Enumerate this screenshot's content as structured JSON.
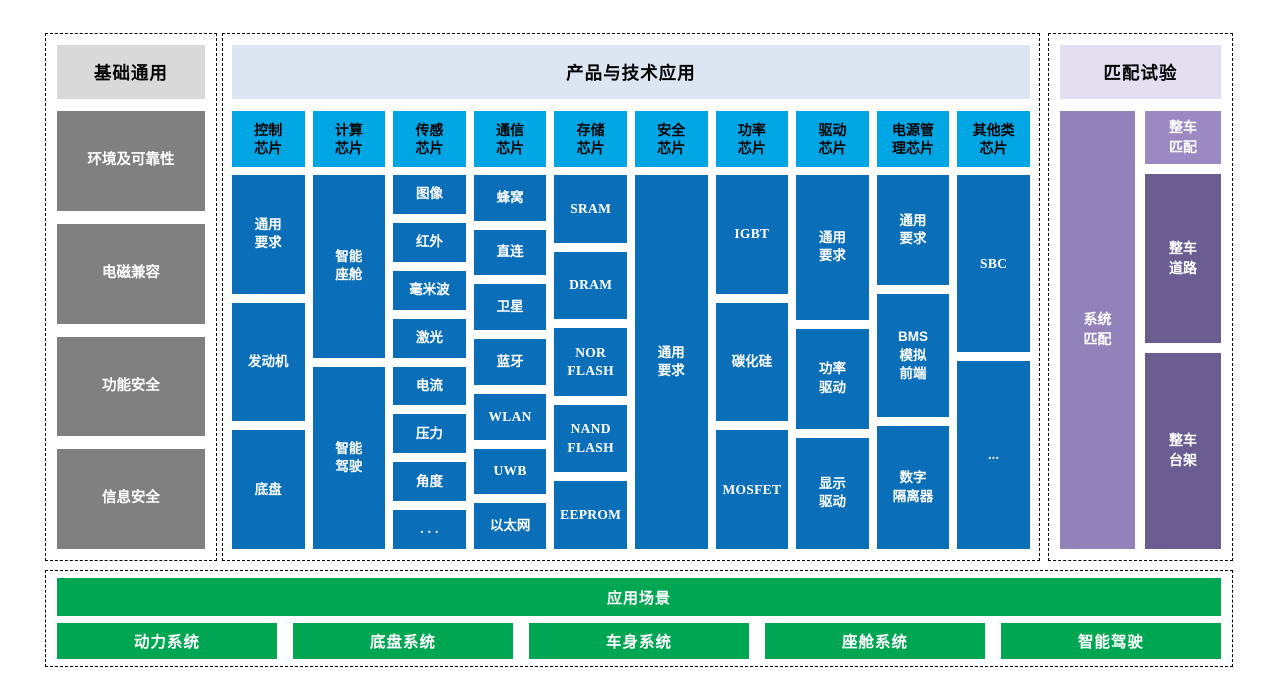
{
  "sections": {
    "base": {
      "title": "基础通用",
      "items": [
        "环境及可靠性",
        "电磁兼容",
        "功能安全",
        "信息安全"
      ]
    },
    "product": {
      "title": "产品与技术应用",
      "columns": [
        {
          "header": "控制\n芯片",
          "boxes": [
            "通用\n要求",
            "发动机",
            "底盘"
          ]
        },
        {
          "header": "计算\n芯片",
          "boxes": [
            "智能\n座舱",
            "智能\n驾驶"
          ]
        },
        {
          "header": "传感\n芯片",
          "boxes": [
            "图像",
            "红外",
            "毫米波",
            "激光",
            "电流",
            "压力",
            "角度",
            ". . ."
          ]
        },
        {
          "header": "通信\n芯片",
          "boxes": [
            "蜂窝",
            "直连",
            "卫星",
            "蓝牙",
            "WLAN",
            "UWB",
            "以太网"
          ]
        },
        {
          "header": "存储\n芯片",
          "boxes": [
            "SRAM",
            "DRAM",
            "NOR\nFLASH",
            "NAND\nFLASH",
            "EEPROM"
          ]
        },
        {
          "header": "安全\n芯片",
          "boxes": [
            "通用\n要求"
          ]
        },
        {
          "header": "功率\n芯片",
          "boxes": [
            "IGBT",
            "碳化硅",
            "MOSFET"
          ]
        },
        {
          "header": "驱动\n芯片",
          "boxes": [
            "通用\n要求",
            "功率\n驱动",
            "显示\n驱动"
          ]
        },
        {
          "header": "电源管\n理芯片",
          "boxes": [
            "通用\n要求",
            "BMS\n模拟\n前端",
            "数字\n隔离器"
          ]
        },
        {
          "header": "其他类\n芯片",
          "boxes": [
            "SBC",
            "..."
          ]
        }
      ]
    },
    "match": {
      "title": "匹配试验",
      "system_box": "系统\n匹配",
      "vehicle_boxes": [
        "整车\n匹配",
        "整车\n道路",
        "整车\n台架"
      ]
    },
    "application": {
      "title": "应用场景",
      "items": [
        "动力系统",
        "底盘系统",
        "车身系统",
        "座舱系统",
        "智能驾驶"
      ]
    }
  },
  "colors": {
    "column_header_blue": "#00A5E3",
    "chip_blue": "#0A6FB8",
    "base_header_gray": "#D9D9D9",
    "base_item_gray": "#808080",
    "product_header_bg": "#DCE6F2",
    "match_header_bg": "#E4DFF0",
    "system_purple": "#9182BA",
    "vehicle_match_purple": "#9A89C3",
    "vehicle_dark_purple": "#6B5D92",
    "app_green": "#00A651"
  }
}
